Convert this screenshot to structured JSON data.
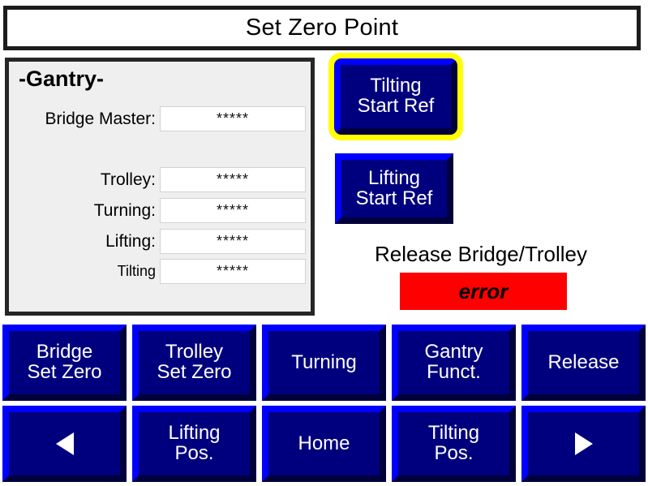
{
  "header": {
    "title": "Set Zero Point"
  },
  "gantry": {
    "title": "-Gantry-",
    "fields": [
      {
        "label": "Bridge Master:",
        "value": "*****",
        "name": "bridge-master"
      },
      {
        "label": "Trolley:",
        "value": "*****",
        "name": "trolley"
      },
      {
        "label": "Turning:",
        "value": "*****",
        "name": "turning"
      },
      {
        "label": "Lifting:",
        "value": "*****",
        "name": "lifting"
      },
      {
        "label": "Tilting",
        "value": "*****",
        "name": "tilting"
      }
    ]
  },
  "ref_buttons": {
    "tilting_start_ref": "Tilting\nStart Ref",
    "lifting_start_ref": "Lifting\nStart Ref"
  },
  "release_status": {
    "label": "Release Bridge/Trolley",
    "value": "error"
  },
  "bottom_buttons": {
    "row1": [
      {
        "label": "Bridge\nSet Zero",
        "name": "bridge-set-zero"
      },
      {
        "label": "Trolley\nSet Zero",
        "name": "trolley-set-zero"
      },
      {
        "label": "Turning",
        "name": "turning"
      },
      {
        "label": "Gantry\nFunct.",
        "name": "gantry-funct"
      },
      {
        "label": "Release",
        "name": "release"
      }
    ],
    "row2": [
      {
        "label": "",
        "name": "previous-page",
        "icon": "arrow-left-icon"
      },
      {
        "label": "Lifting\nPos.",
        "name": "lifting-pos"
      },
      {
        "label": "Home",
        "name": "home"
      },
      {
        "label": "Tilting\nPos.",
        "name": "tilting-pos"
      },
      {
        "label": "",
        "name": "next-page",
        "icon": "arrow-right-icon"
      }
    ]
  },
  "colors": {
    "button_face": "#00007e",
    "button_highlight": "#0000fe",
    "button_shadow": "#00003a",
    "focus_ring": "#ffff00",
    "error_bg": "#fe0000",
    "panel_bg": "#efefef",
    "panel_border": "#262626"
  }
}
